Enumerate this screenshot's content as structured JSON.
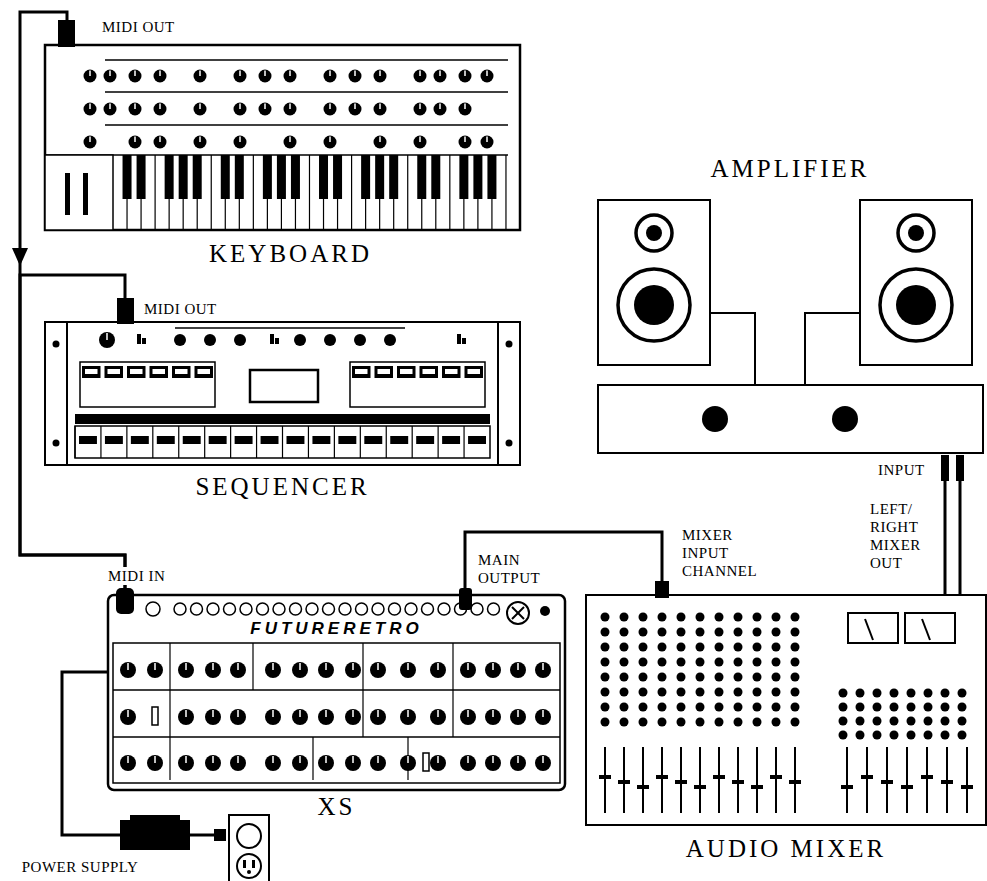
{
  "diagram": {
    "nodes": [
      {
        "text": [
          "KEYBOARD"
        ]
      },
      {
        "text": [
          "AMPLIFIER"
        ]
      },
      {
        "text": [
          "SEQUENCER"
        ]
      },
      {
        "text": [
          "XS",
          "FUTURERETRO"
        ]
      },
      {
        "text": [
          "AUDIO MIXER"
        ]
      },
      {
        "text": [
          "POWER SUPPLY"
        ]
      }
    ],
    "edges": [
      {
        "from": 0,
        "to": 3,
        "arrow": "to"
      },
      {
        "from": 2,
        "to": 3,
        "arrow": "none"
      },
      {
        "from": 3,
        "to": 4,
        "arrow": "none"
      },
      {
        "from": 4,
        "to": 1,
        "arrow": "none"
      },
      {
        "from": 5,
        "to": 3,
        "arrow": "none"
      }
    ],
    "labels": [
      "MIDI OUT",
      "MIDI OUT",
      "MIDI IN",
      "MAIN OUTPUT",
      "MIXER INPUT CHANNEL",
      "INPUT",
      "LEFT/ RIGHT MIXER OUT"
    ]
  }
}
